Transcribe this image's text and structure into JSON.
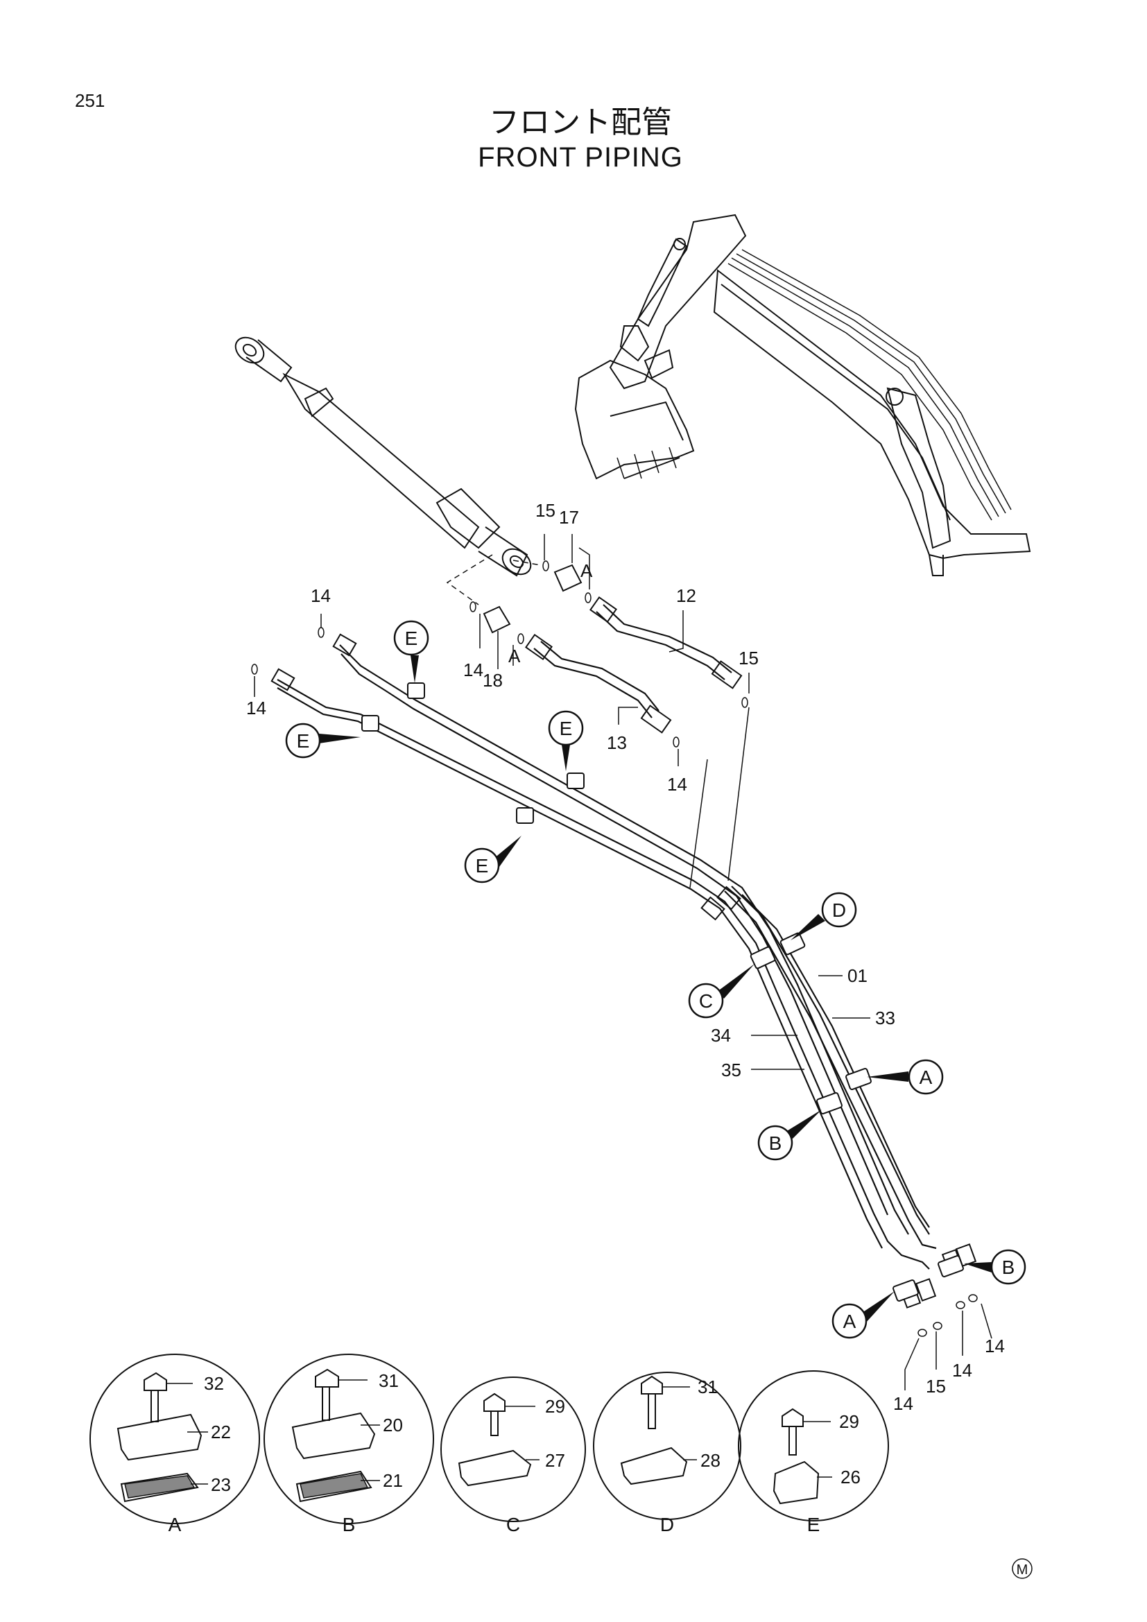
{
  "page_number": "251",
  "title_jp": "フロント配管",
  "title_en": "FRONT PIPING",
  "callouts": [
    "E",
    "E",
    "E",
    "E",
    "D",
    "C",
    "A",
    "B",
    "B",
    "A"
  ],
  "part_numbers": {
    "p15a": "15",
    "p17": "17",
    "pA1": "A",
    "p14a": "14",
    "p14b": "14",
    "p14c": "14",
    "pA2": "A",
    "p18": "18",
    "p12": "12",
    "p15b": "15",
    "p13": "13",
    "p14d": "14",
    "p01": "01",
    "p33": "33",
    "p34": "34",
    "p35": "35",
    "p14e": "14",
    "p15c": "15",
    "p14f": "14",
    "p14g": "14"
  },
  "details": [
    {
      "letter": "A",
      "bolt": "32",
      "upper": "22",
      "lower": "23"
    },
    {
      "letter": "B",
      "bolt": "31",
      "upper": "20",
      "lower": "21"
    },
    {
      "letter": "C",
      "bolt": "29",
      "upper": "27"
    },
    {
      "letter": "D",
      "bolt": "31",
      "upper": "28"
    },
    {
      "letter": "E",
      "bolt": "29",
      "upper": "26"
    }
  ],
  "mark": "M"
}
